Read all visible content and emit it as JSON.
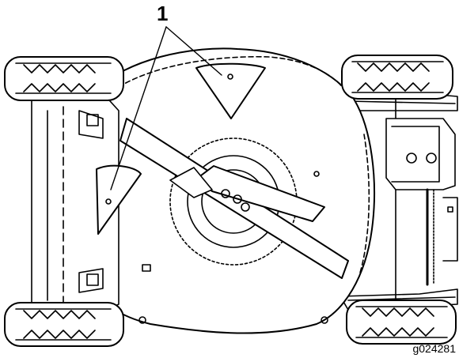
{
  "callout": {
    "number": "1"
  },
  "figure_id": "g024281",
  "colors": {
    "line": "#000000",
    "fill": "#ffffff",
    "deck_fill": "#ffffff"
  },
  "parts": {
    "wheels": [
      "front-left-wheel",
      "front-right-wheel",
      "rear-left-wheel",
      "rear-right-wheel"
    ],
    "baffles": [
      "upper-baffle",
      "left-baffle"
    ]
  }
}
